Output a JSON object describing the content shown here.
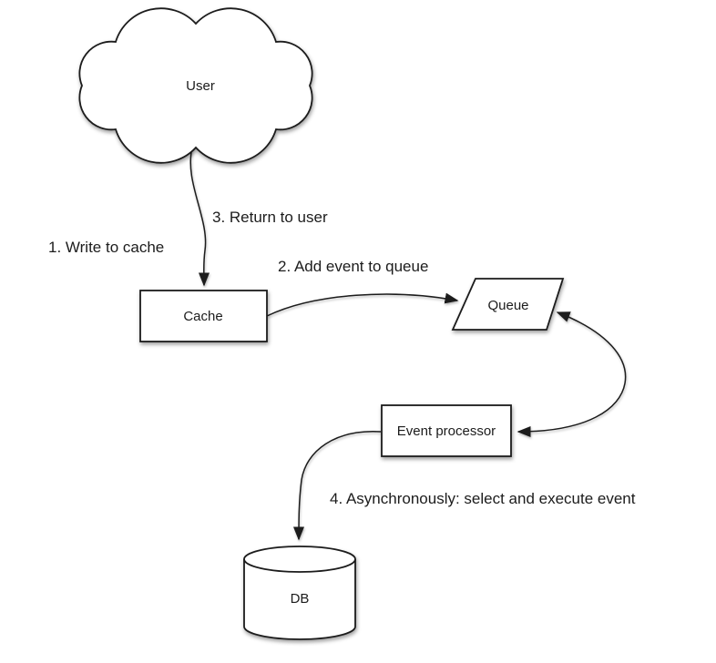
{
  "diagram": {
    "type": "flow-diagram",
    "background": "#ffffff",
    "stroke_color": "#1a1a1a",
    "shape_fill": "#ffffff",
    "text_color": "#1c1c1c",
    "nodes": [
      {
        "id": "user",
        "shape": "cloud",
        "label": "User"
      },
      {
        "id": "cache",
        "shape": "rectangle",
        "label": "Cache"
      },
      {
        "id": "queue",
        "shape": "parallelogram",
        "label": "Queue"
      },
      {
        "id": "event-processor",
        "shape": "rectangle",
        "label": "Event processor"
      },
      {
        "id": "db",
        "shape": "cylinder",
        "label": "DB"
      }
    ],
    "steps": [
      {
        "label": "1. Write to cache"
      },
      {
        "label": "2. Add event to queue"
      },
      {
        "label": "3. Return to user"
      },
      {
        "label": "4. Asynchronously: select and execute event"
      }
    ],
    "edges": [
      {
        "from": "user",
        "to": "cache",
        "bidirectional": false,
        "labels": [
          "1. Write to cache",
          "3. Return to user"
        ]
      },
      {
        "from": "cache",
        "to": "queue",
        "bidirectional": false,
        "labels": [
          "2. Add event to queue"
        ]
      },
      {
        "from": "queue",
        "to": "event-processor",
        "bidirectional": true,
        "labels": []
      },
      {
        "from": "event-processor",
        "to": "db",
        "bidirectional": false,
        "labels": [
          "4. Asynchronously: select and execute event"
        ]
      }
    ]
  }
}
